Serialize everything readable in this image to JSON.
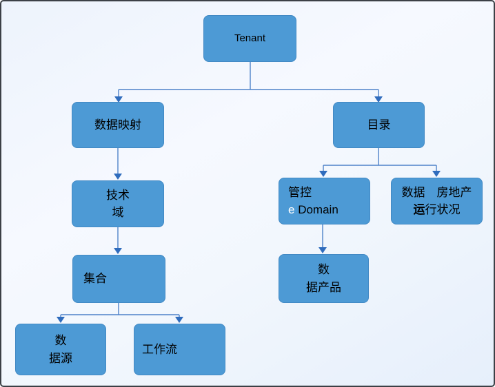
{
  "diagram": {
    "type": "org-chart-flow",
    "style": {
      "node_fill": "#4d9ad5",
      "node_text_color": "#000000",
      "accent_text_color": "#ffffff",
      "connector_line_color": "#4e82c9",
      "connector_arrow_color": "#2f6cbd",
      "background_tint": "#eef4fd",
      "frame_border_color": "#3c4046"
    }
  },
  "nodes": {
    "tenant": {
      "label": "Tenant"
    },
    "data_mapping": {
      "label": "数据映射"
    },
    "tech_domain": {
      "line1": "技术",
      "line2": "域"
    },
    "collection": {
      "label": "集合"
    },
    "data_source": {
      "line1": "数",
      "line2": "据源"
    },
    "workflow": {
      "label": "工作流"
    },
    "catalog": {
      "label": "目录"
    },
    "governance": {
      "line1": "管控",
      "line2_accent": "e",
      "line2_rest": "Domain"
    },
    "data_realestate": {
      "line1": "数据　房地产",
      "line2_bold": "运",
      "line2_rest": "行状况"
    },
    "data_product": {
      "line1": "数",
      "line2": "据产品"
    }
  },
  "edges": [
    {
      "from": "Tenant",
      "to": "数据映射"
    },
    {
      "from": "Tenant",
      "to": "目录"
    },
    {
      "from": "数据映射",
      "to": "技术域"
    },
    {
      "from": "技术域",
      "to": "集合"
    },
    {
      "from": "集合",
      "to": "数据源"
    },
    {
      "from": "集合",
      "to": "工作流"
    },
    {
      "from": "目录",
      "to": "管控 e Domain"
    },
    {
      "from": "目录",
      "to": "数据 房地产 运行状况"
    },
    {
      "from": "管控 e Domain",
      "to": "数据产品"
    }
  ]
}
